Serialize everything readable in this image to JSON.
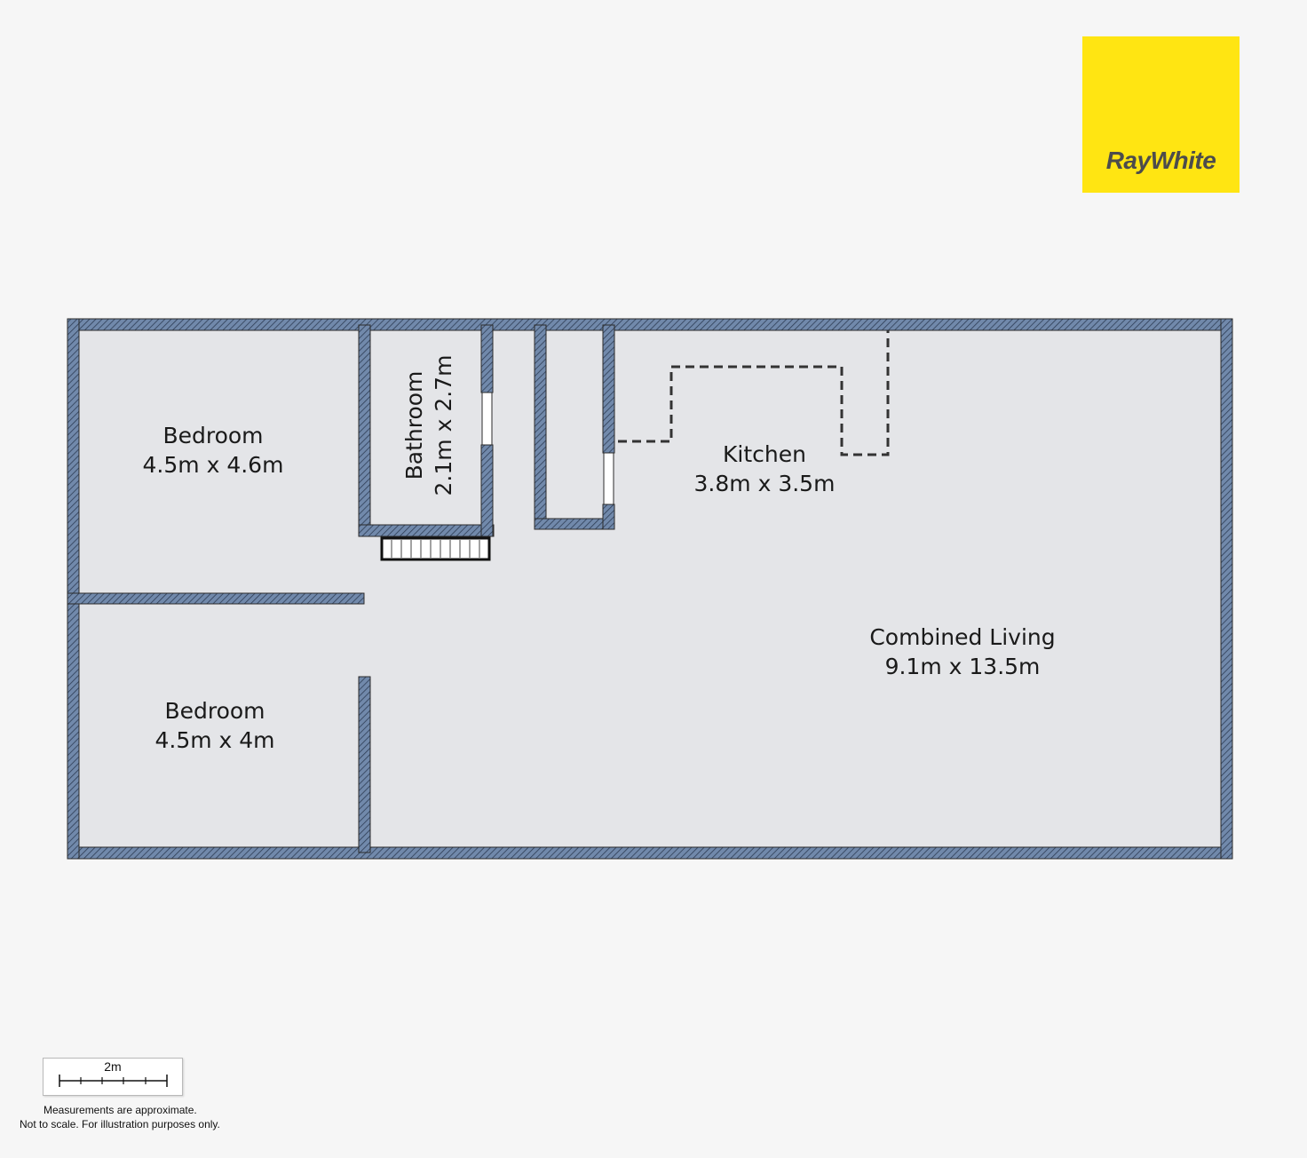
{
  "brand": {
    "logo_text": "RayWhite",
    "logo_color": "#ffe512"
  },
  "colors": {
    "wall": "#7189ab",
    "floor": "#e4e5e8",
    "background": "#f6f6f6"
  },
  "rooms": [
    {
      "name": "Bedroom",
      "size": "4.5m x 4.6m"
    },
    {
      "name": "Bathroom",
      "size": "2.1m x 2.7m"
    },
    {
      "name": "Kitchen",
      "size": "3.8m x 3.5m"
    },
    {
      "name": "Combined Living",
      "size": "9.1m x 13.5m"
    },
    {
      "name": "Bedroom",
      "size": "4.5m x 4m"
    }
  ],
  "scale_bar": {
    "label": "2m"
  },
  "notes": [
    "Measurements are approximate.",
    "Not to scale. For illustration purposes only."
  ]
}
